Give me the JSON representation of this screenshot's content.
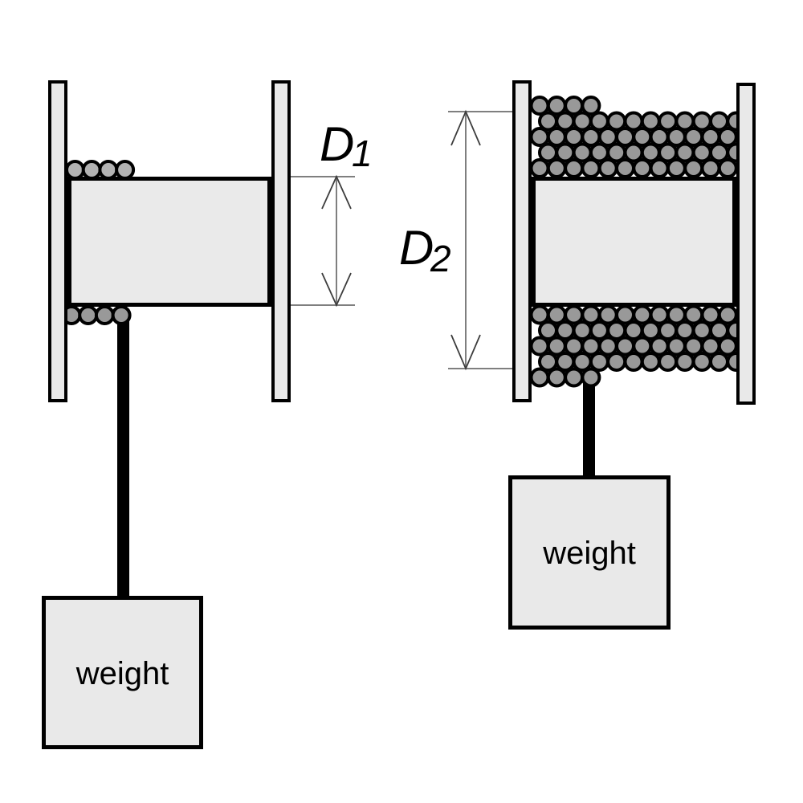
{
  "colors": {
    "background": "#ffffff",
    "flange_fill": "#e9e9e9",
    "drum_fill": "#eaeaea",
    "weight_fill": "#e9e9e9",
    "wire_fill": "#999999",
    "wire_fill_light": "#b3b3b3",
    "outline": "#000000",
    "dimension_line": "#7f7f7f",
    "arrow": "#3d3d3d",
    "label": "#000000"
  },
  "left_spool": {
    "weight_label": "weight",
    "top_turns": 4,
    "bottom_turns": 4
  },
  "right_spool": {
    "weight_label": "weight",
    "full_layers": 4,
    "turns_per_layer": 12,
    "partial_layer_turns": 4
  },
  "dimensions": {
    "d1": {
      "base": "D",
      "sub": "1"
    },
    "d2": {
      "base": "D",
      "sub": "2"
    }
  }
}
